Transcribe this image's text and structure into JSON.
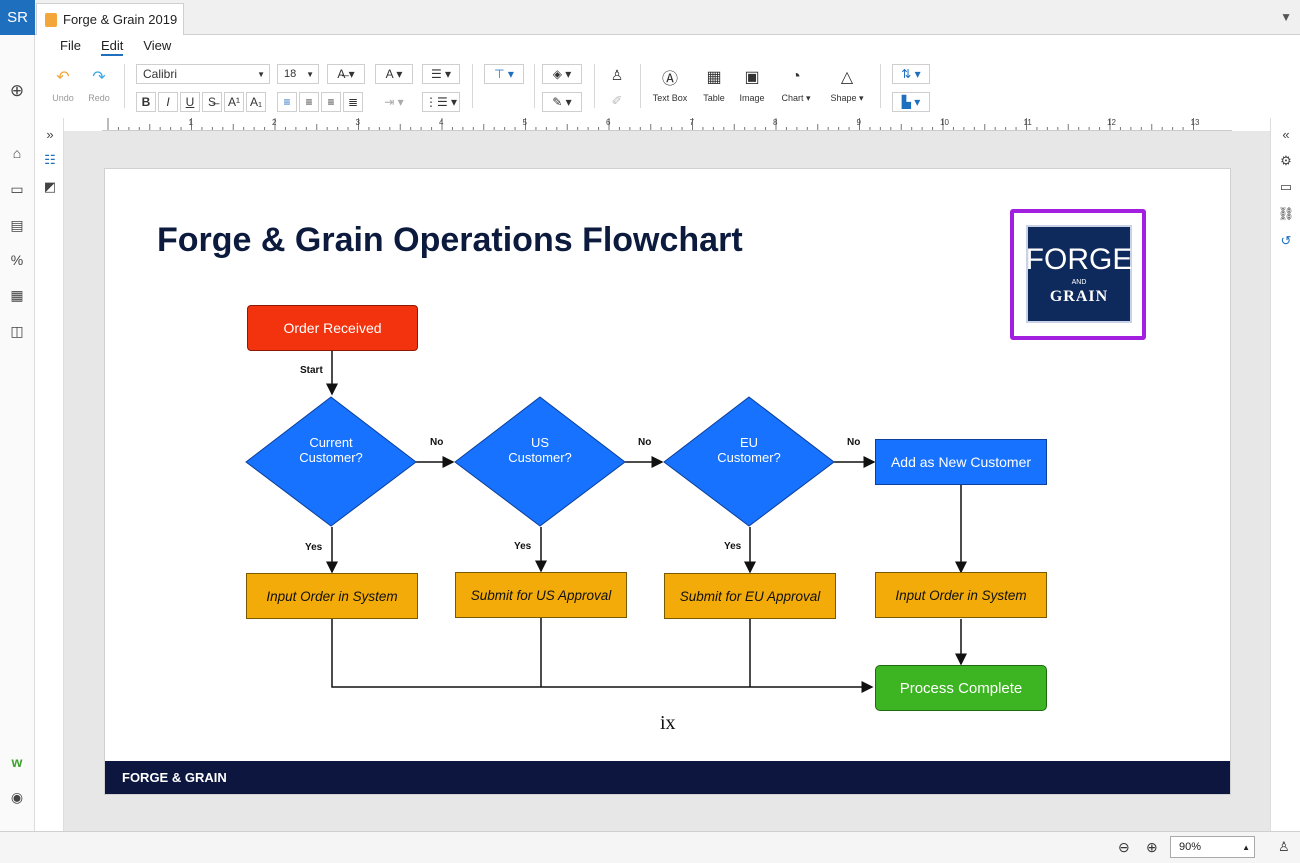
{
  "app": {
    "user_initials": "SR",
    "doc_tab_title": "Forge & Grain 2019"
  },
  "menu": {
    "items": [
      "File",
      "Edit",
      "View"
    ],
    "active": "Edit"
  },
  "toolbar": {
    "undo": "Undo",
    "redo": "Redo",
    "font_family": "Calibri",
    "font_size": "18",
    "insert_text_box": "Text Box",
    "insert_table": "Table",
    "insert_image": "Image",
    "insert_chart": "Chart",
    "insert_shape": "Shape"
  },
  "ruler": {
    "marks": [
      "1",
      "2",
      "3",
      "4",
      "5",
      "6",
      "7",
      "8",
      "9",
      "10",
      "11",
      "12",
      "13"
    ]
  },
  "slide": {
    "title": "Forge & Grain Operations Flowchart",
    "logo": {
      "line1": "FORGE",
      "line2": "AND",
      "line3": "GRAIN"
    },
    "footer_text": "FORGE & GRAIN",
    "page_number": "ix"
  },
  "flowchart": {
    "start": "Order Received",
    "start_edge": "Start",
    "decisions": [
      {
        "line1": "Current",
        "line2": "Customer?"
      },
      {
        "line1": "US",
        "line2": "Customer?"
      },
      {
        "line1": "EU",
        "line2": "Customer?"
      }
    ],
    "no_label": "No",
    "yes_label": "Yes",
    "new_customer": "Add as New Customer",
    "processes": [
      "Input Order in System",
      "Submit for US Approval",
      "Submit for EU Approval",
      "Input Order in System"
    ],
    "end": "Process Complete"
  },
  "colors": {
    "accent": "#1f6fbf",
    "start_node": "#f2330e",
    "decision": "#1672ff",
    "process": "#f3ab0a",
    "end_node": "#3db422",
    "footer": "#0c163f",
    "logo_frame": "#a31fe0"
  },
  "status": {
    "zoom": "90%"
  }
}
